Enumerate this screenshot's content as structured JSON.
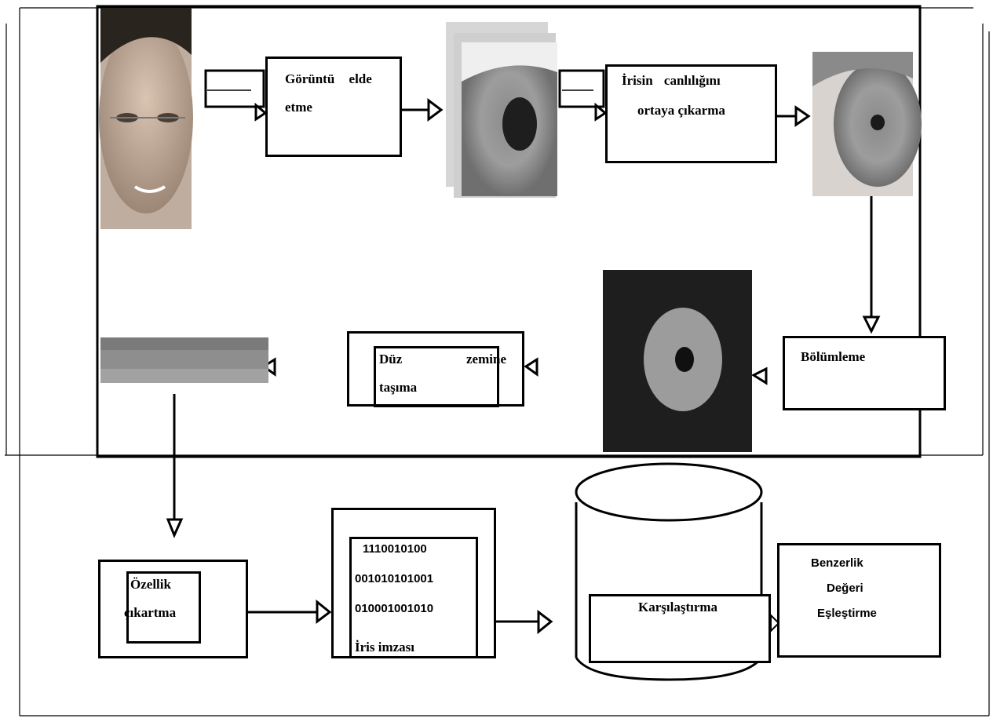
{
  "steps": {
    "acquire": {
      "line1": "Görüntü elde",
      "line2": "etme"
    },
    "liveness": {
      "line1": "İrisin canlılığını",
      "line2": "ortaya çıkarma"
    },
    "segmentation": {
      "label": "Bölümleme"
    },
    "normalization": {
      "line1": "Düz zemine",
      "line2": "taşıma"
    },
    "feature": {
      "line1": "Özellik",
      "line2": "çıkartma"
    },
    "signature": {
      "bits": [
        "1110010100",
        "001010101001",
        "010001001010"
      ],
      "label": "İris imzası"
    },
    "compare": {
      "label": "Karşılaştırma"
    },
    "result": {
      "line1": "Benzerlik",
      "line2": "Değeri",
      "line3": "Eşleştirme"
    }
  },
  "images": {
    "face": "face-photo",
    "iris_stack": "iris-closeup-stack",
    "eye": "eye-photo",
    "segmented_iris": "segmented-iris",
    "normalized_strip": "normalized-iris-strip"
  }
}
